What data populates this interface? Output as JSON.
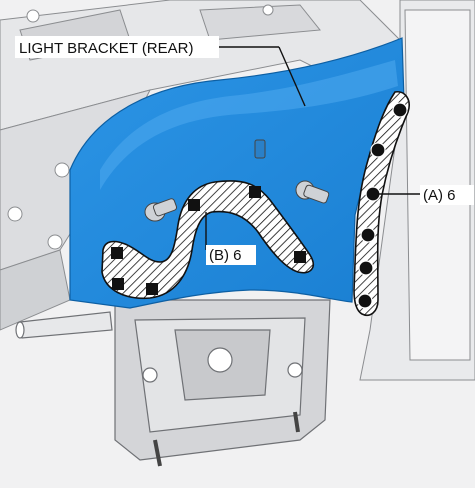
{
  "diagram": {
    "title_callout": "LIGHT BRACKET (REAR)",
    "label_a": "(A) 6",
    "label_b": "(B) 6"
  },
  "colors": {
    "bracket_blue": "#1f8ee0",
    "bracket_blue_light": "#4fb3f3",
    "body_gray": "#d9dadc",
    "line": "#111111"
  },
  "fasteners": {
    "group_a": {
      "label_ref": "label_a",
      "count": 6,
      "marker": "circle"
    },
    "group_b": {
      "label_ref": "label_b",
      "count": 6,
      "marker": "square"
    }
  }
}
